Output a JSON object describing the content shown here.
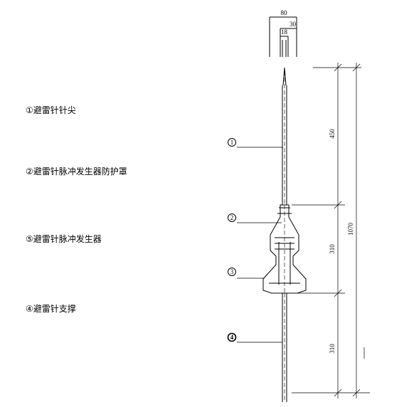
{
  "labels": [
    {
      "marker": "①",
      "text": "避雷针针尖"
    },
    {
      "marker": "②",
      "text": "避雷针脉冲发生器防护罩"
    },
    {
      "marker": "⑤",
      "text": "避雷针脉冲发生器"
    },
    {
      "marker": "④",
      "text": "避雷针支撑"
    }
  ],
  "callouts": [
    "1",
    "2",
    "3",
    "4"
  ],
  "dimensions": {
    "top_width": "80",
    "top_inner": "30",
    "top_rod": "18",
    "tip_length": "450",
    "generator_length": "310",
    "support_length": "310",
    "total_length": "1070"
  }
}
